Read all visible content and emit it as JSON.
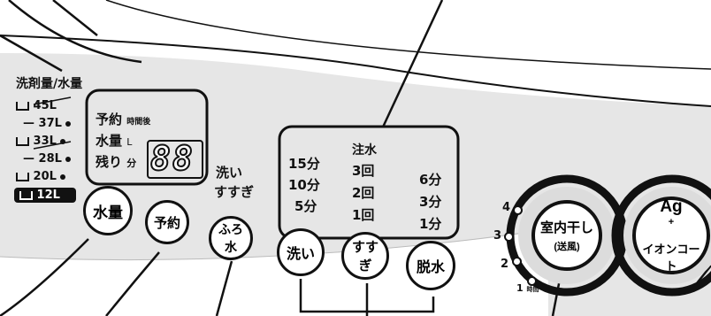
{
  "water_legend": {
    "title": "洗剤量/水量",
    "levels": [
      "45L",
      "37L",
      "33L",
      "28L",
      "20L",
      "12L"
    ],
    "selected": "12L"
  },
  "display": {
    "reserve_label": "予約",
    "reserve_unit": "時間後",
    "water_label": "水量",
    "water_unit": "L",
    "remaining_label": "残り",
    "remaining_unit": "分",
    "digits": "88"
  },
  "wash_rinse_label": {
    "line1": "洗い",
    "line2": "すすぎ"
  },
  "time_panel": {
    "title": "注水",
    "wash_times": [
      "15分",
      "10分",
      "5分"
    ],
    "rinse_counts": [
      "3回",
      "2回",
      "1回"
    ],
    "spin_times": [
      "6分",
      "3分",
      "1分"
    ]
  },
  "buttons": {
    "water": "水量",
    "reserve": "予約",
    "bath_water": "ふろ水",
    "wash": "洗い",
    "rinse": "すすぎ",
    "spin": "脱水",
    "indoor_dry_line1": "室内干し",
    "indoor_dry_line2": "(送風)",
    "ag_line1": "Ag",
    "ag_sup": "+",
    "ag_line2": "イオンコート"
  },
  "dry_hours": {
    "h4": "4",
    "h3": "3",
    "h2": "2",
    "h1": "1",
    "h1_unit": "時間"
  }
}
